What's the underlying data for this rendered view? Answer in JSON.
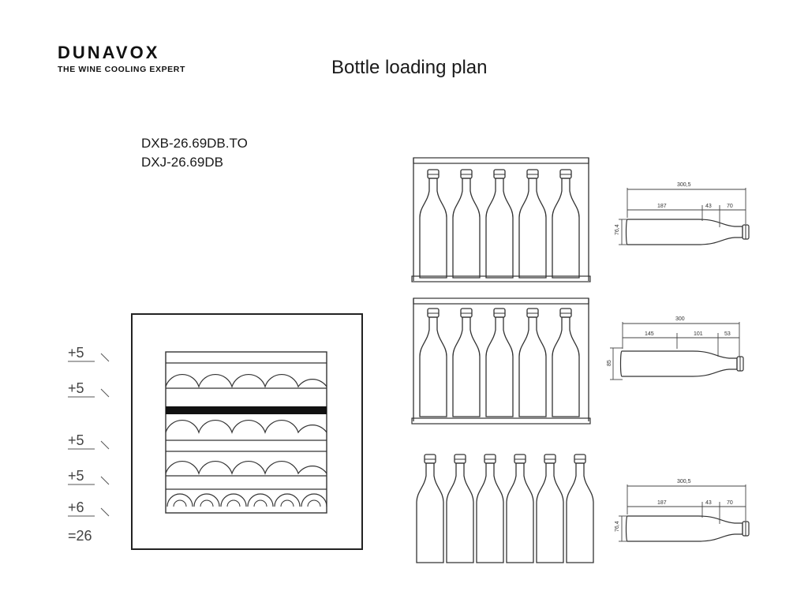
{
  "header": {
    "brand_name": "DUNAVOX",
    "brand_tagline": "THE WINE COOLING EXPERT",
    "title": "Bottle loading plan"
  },
  "models": [
    "DXB-26.69DB.TO",
    "DXJ-26.69DB"
  ],
  "shelf_counts": [
    "+5",
    "+5",
    "+5",
    "+5",
    "+6"
  ],
  "total": "=26",
  "dimension_sets": [
    {
      "overall": "300,5",
      "body": "187",
      "shoulder": "43",
      "neck": "70",
      "diameter": "76,4"
    },
    {
      "overall": "300",
      "body": "145",
      "shoulder": "101",
      "neck": "53",
      "diameter": "85"
    },
    {
      "overall": "300,5",
      "body": "187",
      "shoulder": "43",
      "neck": "70",
      "diameter": "76,4"
    }
  ],
  "colors": {
    "line": "#333333",
    "dark_shelf": "#111111",
    "text": "#1a1a1a"
  }
}
